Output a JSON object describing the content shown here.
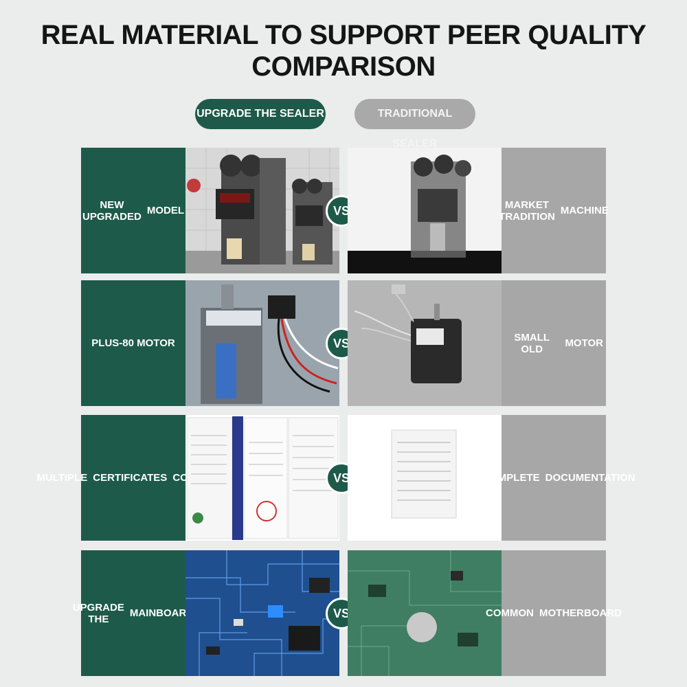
{
  "header": {
    "title_line1": "REAL MATERIAL TO SUPPORT PEER QUALITY",
    "title_line2": "COMPARISON"
  },
  "tabs": {
    "upgrade": "UPGRADE THE SEALER",
    "traditional": "TRADITIONAL SEALER"
  },
  "vs_label": "VS",
  "rows": [
    {
      "left": [
        "NEW UPGRADED",
        "MODEL"
      ],
      "right": [
        "MARKET TRADITION",
        "MACHINE"
      ]
    },
    {
      "left": [
        "PLUS-80 MOTOR"
      ],
      "right": [
        "SMALL OLD",
        "MOTOR"
      ]
    },
    {
      "left": [
        "MULTIPLE",
        "CERTIFICATES",
        "COMPLETE"
      ],
      "right": [
        "INCOMPLETE",
        "DOCUMENTATION"
      ]
    },
    {
      "left": [
        "UPGRADE THE",
        "MAINBOARD"
      ],
      "right": [
        "COMMON",
        "MOTHERBOARD"
      ]
    }
  ],
  "colors": {
    "brand_green": "#1d5a49",
    "gray": "#a7a7a7",
    "background": "#ebecec"
  }
}
